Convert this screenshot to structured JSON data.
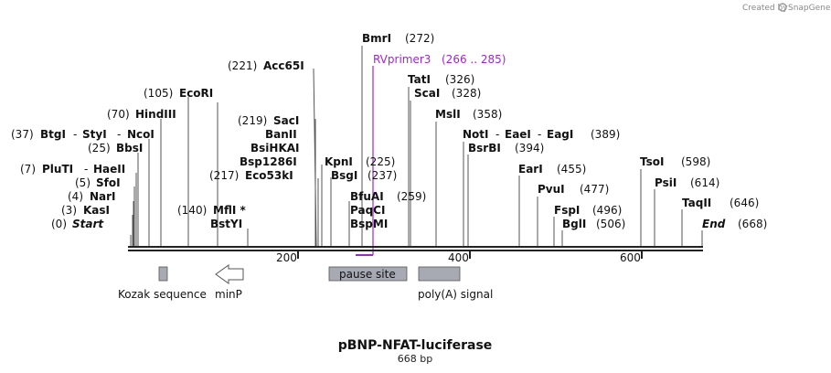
{
  "credit": {
    "prefix": "Created by",
    "brand": "SnapGene"
  },
  "title": "pBNP-NFAT-luciferase",
  "length_label": "668 bp",
  "ruler": {
    "ticks": [
      "200",
      "400",
      "600"
    ]
  },
  "features": {
    "kozak": "Kozak sequence",
    "minp": "minP",
    "pause": "pause site",
    "polya": "poly(A) signal"
  },
  "primer": {
    "name": "RVprimer3",
    "range": "(266 .. 285)",
    "color": "#a126d0"
  },
  "labels": {
    "start_pos": "(0)",
    "start": "Start",
    "kasi_pos": "(3)",
    "kasi": "KasI",
    "nari_pos": "(4)",
    "nari": "NarI",
    "sfoi_pos": "(5)",
    "sfoi": "SfoI",
    "pluti_pos": "(7)",
    "pluti": "PluTI",
    "haeii": "HaeII",
    "bbsi_pos": "(25)",
    "bbsi": "BbsI",
    "btgi_pos": "(37)",
    "btgi": "BtgI",
    "styi": "StyI",
    "ncoi": "NcoI",
    "hindiii_pos": "(70)",
    "hindiii": "HindIII",
    "ecori_pos": "(105)",
    "ecori": "EcoRI",
    "mfli_pos": "(140)",
    "mfli": "MflI *",
    "bstyi": "BstYI",
    "eco53ki_pos": "(217)",
    "eco53ki": "Eco53kI",
    "bsp1286i": "Bsp1286I",
    "bsihkai": "BsiHKAI",
    "banii": "BanII",
    "saci_pos": "(219)",
    "saci": "SacI",
    "acc65i_pos": "(221)",
    "acc65i": "Acc65I",
    "kpni": "KpnI",
    "kpni_pos": "(225)",
    "bsgi": "BsgI",
    "bsgi_pos": "(237)",
    "bfuai": "BfuAI",
    "bfuai_pos": "(259)",
    "paqci": "PaqCI",
    "bspmi": "BspMI",
    "bmri": "BmrI",
    "bmri_pos": "(272)",
    "tati": "TatI",
    "tati_pos": "(326)",
    "scai": "ScaI",
    "scai_pos": "(328)",
    "msli": "MslI",
    "msli_pos": "(358)",
    "noti": "NotI",
    "eaei": "EaeI",
    "eagi": "EagI",
    "noti_pos": "(389)",
    "bsrbi": "BsrBI",
    "bsrbi_pos": "(394)",
    "eari": "EarI",
    "eari_pos": "(455)",
    "pvui": "PvuI",
    "pvui_pos": "(477)",
    "fspi": "FspI",
    "fspi_pos": "(496)",
    "bgli": "BglI",
    "bgli_pos": "(506)",
    "tsoi": "TsoI",
    "tsoi_pos": "(598)",
    "psii": "PsiI",
    "psii_pos": "(614)",
    "taqii": "TaqII",
    "taqii_pos": "(646)",
    "end": "End",
    "end_pos": "(668)"
  }
}
